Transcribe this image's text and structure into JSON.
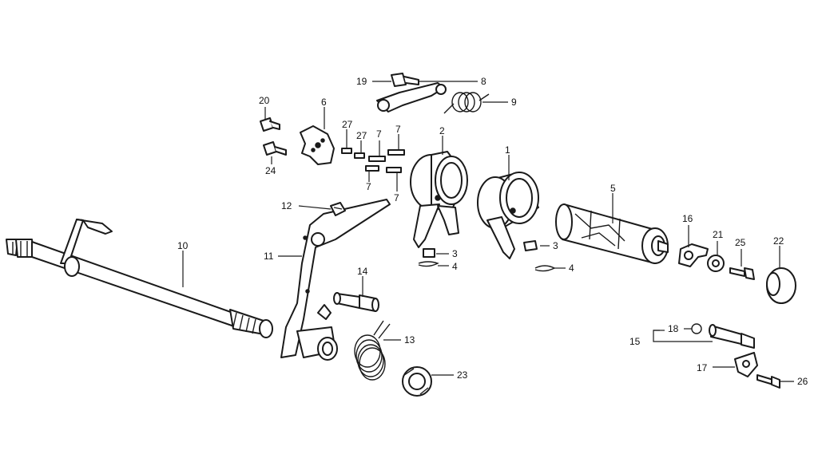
{
  "callouts": [
    {
      "id": "c1",
      "text": "1"
    },
    {
      "id": "c2",
      "text": "2"
    },
    {
      "id": "c3a",
      "text": "3"
    },
    {
      "id": "c3b",
      "text": "3"
    },
    {
      "id": "c4a",
      "text": "4"
    },
    {
      "id": "c4b",
      "text": "4"
    },
    {
      "id": "c5",
      "text": "5"
    },
    {
      "id": "c6",
      "text": "6"
    },
    {
      "id": "c7a",
      "text": "7"
    },
    {
      "id": "c7b",
      "text": "7"
    },
    {
      "id": "c7c",
      "text": "7"
    },
    {
      "id": "c7d",
      "text": "7"
    },
    {
      "id": "c8",
      "text": "8"
    },
    {
      "id": "c9",
      "text": "9"
    },
    {
      "id": "c10",
      "text": "10"
    },
    {
      "id": "c11",
      "text": "11"
    },
    {
      "id": "c12",
      "text": "12"
    },
    {
      "id": "c13",
      "text": "13"
    },
    {
      "id": "c14",
      "text": "14"
    },
    {
      "id": "c15",
      "text": "15"
    },
    {
      "id": "c16",
      "text": "16"
    },
    {
      "id": "c17",
      "text": "17"
    },
    {
      "id": "c18",
      "text": "18"
    },
    {
      "id": "c19",
      "text": "19"
    },
    {
      "id": "c20",
      "text": "20"
    },
    {
      "id": "c21",
      "text": "21"
    },
    {
      "id": "c22",
      "text": "22"
    },
    {
      "id": "c23",
      "text": "23"
    },
    {
      "id": "c24",
      "text": "24"
    },
    {
      "id": "c25",
      "text": "25"
    },
    {
      "id": "c26",
      "text": "26"
    },
    {
      "id": "c27a",
      "text": "27"
    },
    {
      "id": "c27b",
      "text": "27"
    }
  ]
}
